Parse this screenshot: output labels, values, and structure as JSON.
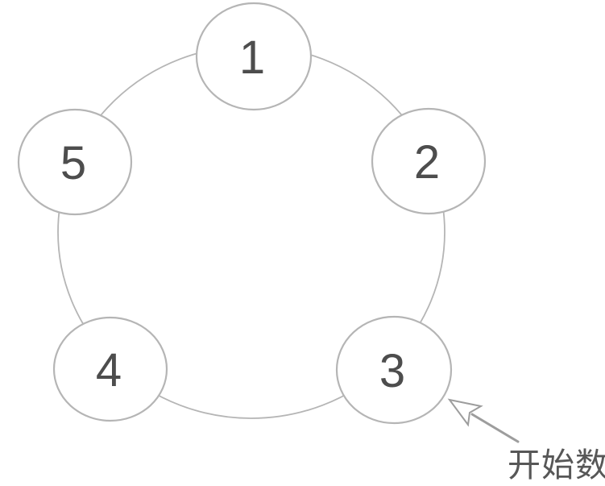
{
  "diagram": {
    "nodes": [
      {
        "value": "1"
      },
      {
        "value": "2"
      },
      {
        "value": "3"
      },
      {
        "value": "4"
      },
      {
        "value": "5"
      }
    ],
    "annotation": {
      "label": "开始数",
      "points_to_node": "3"
    },
    "colors": {
      "stroke": "#b5b5b5",
      "node_fill": "#ffffff",
      "number": "#4d4d4d",
      "arrow": "#9d9d9d",
      "label": "#575757",
      "background": "#ffffff"
    }
  }
}
